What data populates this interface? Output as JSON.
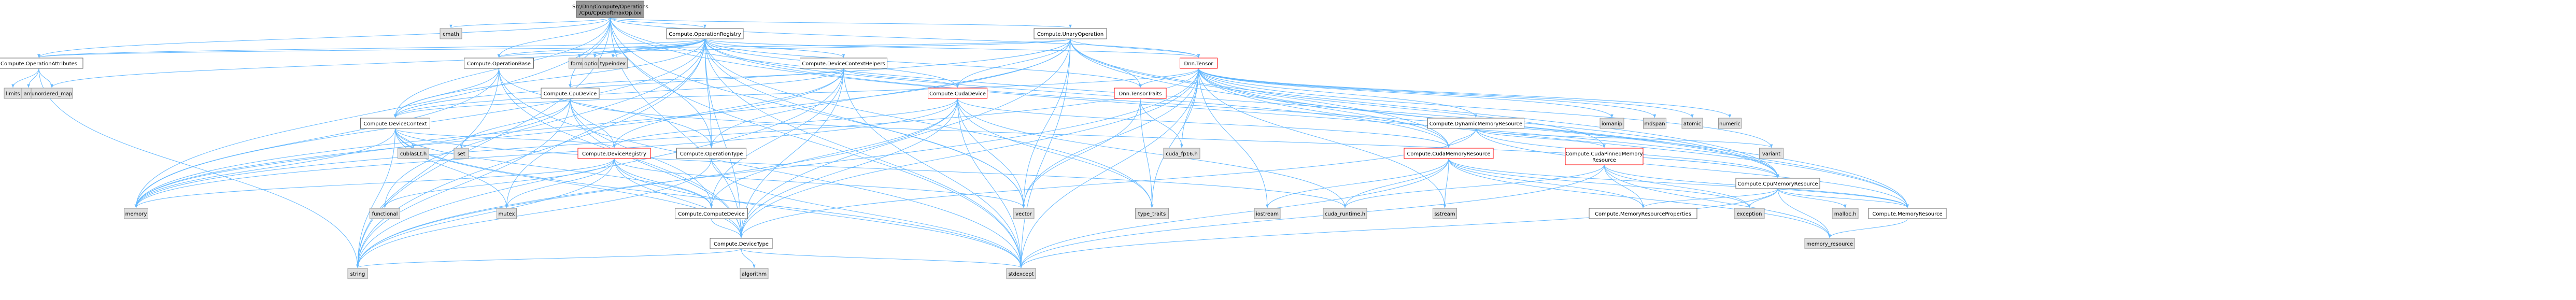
{
  "diagram": {
    "type": "include-dependency-graph",
    "colors": {
      "edge": "#63b8ff",
      "root_fill": "#999999",
      "internal_fill": "#ffffff",
      "external_fill": "#e0e0e0",
      "incomplete_border": "#ff0000"
    },
    "nodes": [
      {
        "id": "root",
        "label": [
          "Src/Dnn/Compute/Operations",
          "/Cpu/CpuSoftmaxOp.ixx"
        ],
        "kind": "root"
      },
      {
        "id": "cmath",
        "label": [
          "cmath"
        ],
        "kind": "external"
      },
      {
        "id": "opreg",
        "label": [
          "Compute.OperationRegistry"
        ],
        "kind": "internal"
      },
      {
        "id": "unaryop",
        "label": [
          "Compute.UnaryOperation"
        ],
        "kind": "internal"
      },
      {
        "id": "opattr",
        "label": [
          "Compute.OperationAttributes"
        ],
        "kind": "internal"
      },
      {
        "id": "opbase",
        "label": [
          "Compute.OperationBase"
        ],
        "kind": "internal"
      },
      {
        "id": "format",
        "label": [
          "format"
        ],
        "kind": "external"
      },
      {
        "id": "optional",
        "label": [
          "optional"
        ],
        "kind": "external"
      },
      {
        "id": "typeindex",
        "label": [
          "typeindex"
        ],
        "kind": "external"
      },
      {
        "id": "devctxhelpers",
        "label": [
          "Compute.DeviceContextHelpers"
        ],
        "kind": "internal"
      },
      {
        "id": "tensor",
        "label": [
          "Dnn.Tensor"
        ],
        "kind": "incomplete"
      },
      {
        "id": "limits",
        "label": [
          "limits"
        ],
        "kind": "external"
      },
      {
        "id": "any",
        "label": [
          "any"
        ],
        "kind": "external"
      },
      {
        "id": "unordered_map",
        "label": [
          "unordered_map"
        ],
        "kind": "external"
      },
      {
        "id": "cpudevice",
        "label": [
          "Compute.CpuDevice"
        ],
        "kind": "internal"
      },
      {
        "id": "cudadevice",
        "label": [
          "Compute.CudaDevice"
        ],
        "kind": "incomplete"
      },
      {
        "id": "tensortraits",
        "label": [
          "Dnn.TensorTraits"
        ],
        "kind": "incomplete"
      },
      {
        "id": "devctx",
        "label": [
          "Compute.DeviceContext"
        ],
        "kind": "internal"
      },
      {
        "id": "dynmemres",
        "label": [
          "Compute.DynamicMemoryResource"
        ],
        "kind": "internal"
      },
      {
        "id": "iomanip",
        "label": [
          "iomanip"
        ],
        "kind": "external"
      },
      {
        "id": "mdspan",
        "label": [
          "mdspan"
        ],
        "kind": "external"
      },
      {
        "id": "atomic",
        "label": [
          "atomic"
        ],
        "kind": "external"
      },
      {
        "id": "numeric",
        "label": [
          "numeric"
        ],
        "kind": "external"
      },
      {
        "id": "cublaslt",
        "label": [
          "cublasLt.h"
        ],
        "kind": "external"
      },
      {
        "id": "set",
        "label": [
          "set"
        ],
        "kind": "external"
      },
      {
        "id": "devreg",
        "label": [
          "Compute.DeviceRegistry"
        ],
        "kind": "incomplete"
      },
      {
        "id": "optype",
        "label": [
          "Compute.OperationType"
        ],
        "kind": "internal"
      },
      {
        "id": "cudafp16",
        "label": [
          "cuda_fp16.h"
        ],
        "kind": "external"
      },
      {
        "id": "cudamemres",
        "label": [
          "Compute.CudaMemoryResource"
        ],
        "kind": "incomplete"
      },
      {
        "id": "cudapinned",
        "label": [
          "Compute.CudaPinnedMemory",
          "Resource"
        ],
        "kind": "incomplete"
      },
      {
        "id": "variant",
        "label": [
          "variant"
        ],
        "kind": "external"
      },
      {
        "id": "cpumemres",
        "label": [
          "Compute.CpuMemoryResource"
        ],
        "kind": "internal"
      },
      {
        "id": "memory",
        "label": [
          "memory"
        ],
        "kind": "external"
      },
      {
        "id": "functional",
        "label": [
          "functional"
        ],
        "kind": "external"
      },
      {
        "id": "mutex",
        "label": [
          "mutex"
        ],
        "kind": "external"
      },
      {
        "id": "computedevice",
        "label": [
          "Compute.ComputeDevice"
        ],
        "kind": "internal"
      },
      {
        "id": "vector",
        "label": [
          "vector"
        ],
        "kind": "external"
      },
      {
        "id": "typetraits",
        "label": [
          "type_traits"
        ],
        "kind": "external"
      },
      {
        "id": "iostream",
        "label": [
          "iostream"
        ],
        "kind": "external"
      },
      {
        "id": "cudaruntime",
        "label": [
          "cuda_runtime.h"
        ],
        "kind": "external"
      },
      {
        "id": "sstream",
        "label": [
          "sstream"
        ],
        "kind": "external"
      },
      {
        "id": "memresprops",
        "label": [
          "Compute.MemoryResourceProperties"
        ],
        "kind": "internal"
      },
      {
        "id": "exception",
        "label": [
          "exception"
        ],
        "kind": "external"
      },
      {
        "id": "mallochdr",
        "label": [
          "malloc.h"
        ],
        "kind": "external"
      },
      {
        "id": "memres",
        "label": [
          "Compute.MemoryResource"
        ],
        "kind": "internal"
      },
      {
        "id": "devicetype",
        "label": [
          "Compute.DeviceType"
        ],
        "kind": "internal"
      },
      {
        "id": "memory_resource",
        "label": [
          "memory_resource"
        ],
        "kind": "external"
      },
      {
        "id": "string",
        "label": [
          "string"
        ],
        "kind": "external"
      },
      {
        "id": "algorithm",
        "label": [
          "algorithm"
        ],
        "kind": "external"
      },
      {
        "id": "stdexcept",
        "label": [
          "stdexcept"
        ],
        "kind": "external"
      }
    ],
    "edges": [
      [
        "root",
        "cmath"
      ],
      [
        "root",
        "opreg"
      ],
      [
        "root",
        "unaryop"
      ],
      [
        "root",
        "opattr"
      ],
      [
        "root",
        "opbase"
      ],
      [
        "root",
        "devctx"
      ],
      [
        "root",
        "cpudevice"
      ],
      [
        "root",
        "devicetype"
      ],
      [
        "root",
        "optype"
      ],
      [
        "root",
        "tensor"
      ],
      [
        "root",
        "memres"
      ],
      [
        "root",
        "cpumemres"
      ],
      [
        "root",
        "memory"
      ],
      [
        "root",
        "vector"
      ],
      [
        "root",
        "string"
      ],
      [
        "root",
        "stdexcept"
      ],
      [
        "opreg",
        "format"
      ],
      [
        "opreg",
        "optional"
      ],
      [
        "opreg",
        "typeindex"
      ],
      [
        "opreg",
        "opattr"
      ],
      [
        "opreg",
        "opbase"
      ],
      [
        "opreg",
        "devctxhelpers"
      ],
      [
        "opreg",
        "tensor"
      ],
      [
        "opreg",
        "tensortraits"
      ],
      [
        "opreg",
        "cudadevice"
      ],
      [
        "opreg",
        "devctx"
      ],
      [
        "opreg",
        "devicetype"
      ],
      [
        "opreg",
        "optype"
      ],
      [
        "opreg",
        "unordered_map"
      ],
      [
        "opreg",
        "memory"
      ],
      [
        "opreg",
        "functional"
      ],
      [
        "opreg",
        "mutex"
      ],
      [
        "opreg",
        "string"
      ],
      [
        "opreg",
        "stdexcept"
      ],
      [
        "opreg",
        "typetraits"
      ],
      [
        "opreg",
        "vector"
      ],
      [
        "opreg",
        "cudamemres"
      ],
      [
        "opreg",
        "cpumemres"
      ],
      [
        "unaryop",
        "opbase"
      ],
      [
        "unaryop",
        "opattr"
      ],
      [
        "unaryop",
        "tensor"
      ],
      [
        "unaryop",
        "tensortraits"
      ],
      [
        "unaryop",
        "devctx"
      ],
      [
        "unaryop",
        "devicetype"
      ],
      [
        "unaryop",
        "optype"
      ],
      [
        "unaryop",
        "cudadevice"
      ],
      [
        "unaryop",
        "cudamemres"
      ],
      [
        "unaryop",
        "cpumemres"
      ],
      [
        "unaryop",
        "memres"
      ],
      [
        "unaryop",
        "vector"
      ],
      [
        "unaryop",
        "stdexcept"
      ],
      [
        "unaryop",
        "memory"
      ],
      [
        "opattr",
        "limits"
      ],
      [
        "opattr",
        "any"
      ],
      [
        "opattr",
        "unordered_map"
      ],
      [
        "opattr",
        "string"
      ],
      [
        "opbase",
        "devctx"
      ],
      [
        "opbase",
        "devicetype"
      ],
      [
        "opbase",
        "optype"
      ],
      [
        "opbase",
        "memory"
      ],
      [
        "opbase",
        "string"
      ],
      [
        "opbase",
        "stdexcept"
      ],
      [
        "devctxhelpers",
        "devctx"
      ],
      [
        "devctxhelpers",
        "cpudevice"
      ],
      [
        "devctxhelpers",
        "cudadevice"
      ],
      [
        "devctxhelpers",
        "devicetype"
      ],
      [
        "devctxhelpers",
        "computedevice"
      ],
      [
        "devctxhelpers",
        "devreg"
      ],
      [
        "devctxhelpers",
        "memory"
      ],
      [
        "devctxhelpers",
        "stdexcept"
      ],
      [
        "devctxhelpers",
        "string"
      ],
      [
        "tensor",
        "iomanip"
      ],
      [
        "tensor",
        "mdspan"
      ],
      [
        "tensor",
        "atomic"
      ],
      [
        "tensor",
        "numeric"
      ],
      [
        "tensor",
        "variant"
      ],
      [
        "tensor",
        "tensortraits"
      ],
      [
        "tensor",
        "dynmemres"
      ],
      [
        "tensor",
        "cudamemres"
      ],
      [
        "tensor",
        "cudapinned"
      ],
      [
        "tensor",
        "cpumemres"
      ],
      [
        "tensor",
        "memres"
      ],
      [
        "tensor",
        "devctx"
      ],
      [
        "tensor",
        "devicetype"
      ],
      [
        "tensor",
        "cudafp16"
      ],
      [
        "tensor",
        "vector"
      ],
      [
        "tensor",
        "typetraits"
      ],
      [
        "tensor",
        "iostream"
      ],
      [
        "tensor",
        "sstream"
      ],
      [
        "tensor",
        "string"
      ],
      [
        "tensor",
        "stdexcept"
      ],
      [
        "tensor",
        "memory"
      ],
      [
        "cpudevice",
        "set"
      ],
      [
        "cpudevice",
        "devreg"
      ],
      [
        "cpudevice",
        "computedevice"
      ],
      [
        "cpudevice",
        "devicetype"
      ],
      [
        "cpudevice",
        "cpumemres"
      ],
      [
        "cpudevice",
        "memory"
      ],
      [
        "cpudevice",
        "string"
      ],
      [
        "cudadevice",
        "devreg"
      ],
      [
        "cudadevice",
        "computedevice"
      ],
      [
        "cudadevice",
        "devicetype"
      ],
      [
        "cudadevice",
        "cudamemres"
      ],
      [
        "cudadevice",
        "cudaruntime"
      ],
      [
        "cudadevice",
        "memory"
      ],
      [
        "cudadevice",
        "string"
      ],
      [
        "cudadevice",
        "stdexcept"
      ],
      [
        "cudadevice",
        "vector"
      ],
      [
        "cudadevice",
        "typetraits"
      ],
      [
        "tensortraits",
        "cudafp16"
      ],
      [
        "tensortraits",
        "typetraits"
      ],
      [
        "tensortraits",
        "vector"
      ],
      [
        "devctx",
        "cublaslt"
      ],
      [
        "devctx",
        "computedevice"
      ],
      [
        "devctx",
        "devicetype"
      ],
      [
        "devctx",
        "devreg"
      ],
      [
        "devctx",
        "cudaruntime"
      ],
      [
        "devctx",
        "memory"
      ],
      [
        "devctx",
        "string"
      ],
      [
        "devctx",
        "stdexcept"
      ],
      [
        "devctx",
        "mutex"
      ],
      [
        "dynmemres",
        "cudamemres"
      ],
      [
        "dynmemres",
        "cpumemres"
      ],
      [
        "dynmemres",
        "cudapinned"
      ],
      [
        "dynmemres",
        "memres"
      ],
      [
        "dynmemres",
        "devicetype"
      ],
      [
        "dynmemres",
        "variant"
      ],
      [
        "devreg",
        "functional"
      ],
      [
        "devreg",
        "mutex"
      ],
      [
        "devreg",
        "memory"
      ],
      [
        "devreg",
        "string"
      ],
      [
        "devreg",
        "computedevice"
      ],
      [
        "devreg",
        "devicetype"
      ],
      [
        "devreg",
        "stdexcept"
      ],
      [
        "devreg",
        "vector"
      ],
      [
        "optype",
        "stdexcept"
      ],
      [
        "optype",
        "string"
      ],
      [
        "cudamemres",
        "cudaruntime"
      ],
      [
        "cudamemres",
        "memresprops"
      ],
      [
        "cudamemres",
        "memres"
      ],
      [
        "cudamemres",
        "exception"
      ],
      [
        "cudamemres",
        "sstream"
      ],
      [
        "cudamemres",
        "iostream"
      ],
      [
        "cudamemres",
        "memory_resource"
      ],
      [
        "cudamemres",
        "stdexcept"
      ],
      [
        "cudapinned",
        "cudaruntime"
      ],
      [
        "cudapinned",
        "memresprops"
      ],
      [
        "cudapinned",
        "memres"
      ],
      [
        "cudapinned",
        "exception"
      ],
      [
        "cudapinned",
        "stdexcept"
      ],
      [
        "cudapinned",
        "memory_resource"
      ],
      [
        "cpumemres",
        "mallochdr"
      ],
      [
        "cpumemres",
        "memresprops"
      ],
      [
        "cpumemres",
        "memres"
      ],
      [
        "cpumemres",
        "exception"
      ],
      [
        "cpumemres",
        "stdexcept"
      ],
      [
        "cpumemres",
        "memory_resource"
      ],
      [
        "memres",
        "memory_resource"
      ],
      [
        "computedevice",
        "devicetype"
      ],
      [
        "devicetype",
        "string"
      ],
      [
        "devicetype",
        "algorithm"
      ],
      [
        "devicetype",
        "stdexcept"
      ]
    ]
  }
}
